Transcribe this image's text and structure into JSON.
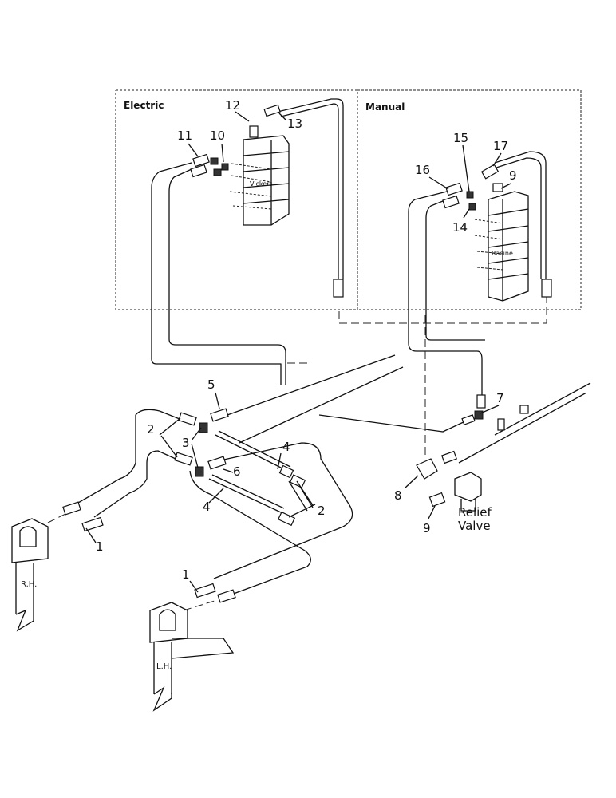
{
  "panels": {
    "electric": "Electric",
    "manual": "Manual"
  },
  "valves": {
    "vickers": "Vickers",
    "racine": "Racine"
  },
  "relief": {
    "line1": "Relief",
    "line2": "Valve"
  },
  "shanks": {
    "rh": "R.H.",
    "lh": "L.H."
  },
  "callouts": {
    "c1a": "1",
    "c1b": "1",
    "c2a": "2",
    "c2b": "2",
    "c3": "3",
    "c4a": "4",
    "c4b": "4",
    "c5": "5",
    "c6": "6",
    "c7": "7",
    "c8": "8",
    "c9a": "9",
    "c9b": "9",
    "c10": "10",
    "c11": "11",
    "c12": "12",
    "c13": "13",
    "c14": "14",
    "c15": "15",
    "c16": "16",
    "c17": "17"
  }
}
